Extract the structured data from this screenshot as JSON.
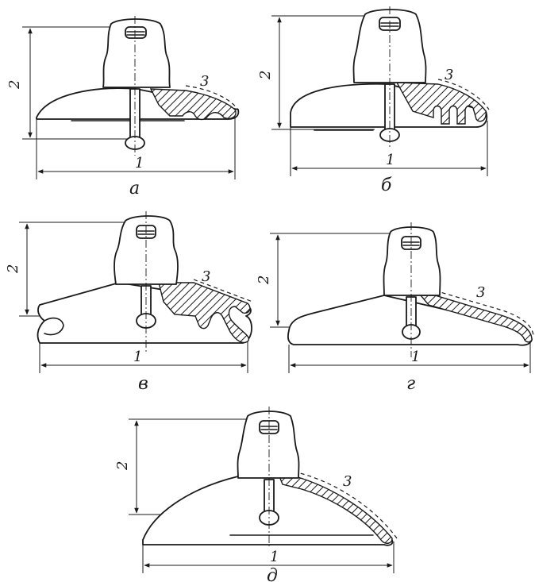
{
  "callouts": {
    "dim_diameter": "1",
    "dim_height": "2",
    "insulating_part": "3"
  },
  "panels": [
    {
      "caption": "а"
    },
    {
      "caption": "б"
    },
    {
      "caption": "в"
    },
    {
      "caption": "г"
    },
    {
      "caption": "д"
    }
  ]
}
